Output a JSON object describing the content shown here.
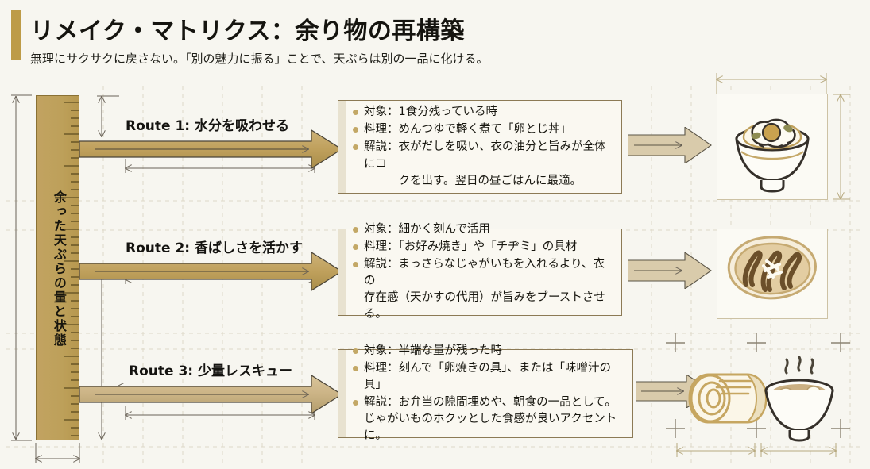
{
  "header": {
    "title": "リメイク・マトリクス：余り物の再構築",
    "subtitle": "無理にサクサクに戻さない。「別の魅力に振る」ことで、天ぷらは別の一品に化ける。",
    "accent_color": "#bd9b47"
  },
  "axis": {
    "label": "余った天ぷらの量と状態",
    "color": "#bda05a",
    "tick_color": "#6d5a28"
  },
  "routes": [
    {
      "label": "Route 1: 水分を吸わせる",
      "arrow_color": "#bfa05c",
      "rows": [
        {
          "bullet": "bullet-dot",
          "text": "対象：1食分残っている時"
        },
        {
          "bullet": "bullet-dot",
          "text": "料理：めんつゆで軽く煮て「卵とじ丼」"
        },
        {
          "bullet": "bullet-dot",
          "text": "解説：衣がだしを吸い、衣の油分と旨みが全体にコ\n　　　クを出す。翌日の昼ごはんに最適。"
        }
      ],
      "illustration": "donburi-egg-bowl-icon"
    },
    {
      "label": "Route 2: 香ばしさを活かす",
      "arrow_color": "#bfa05c",
      "rows": [
        {
          "bullet": "bullet-dot",
          "text": "対象：細かく刻んで活用"
        },
        {
          "bullet": "bullet-dot",
          "text": "料理：「お好み焼き」や「チヂミ」の具材"
        },
        {
          "bullet": "bullet-dot",
          "text": "解説：まっさらなじゃがいもを入れるより、衣の\n存在感（天かすの代用）が旨みをブーストさせる。"
        }
      ],
      "illustration": "okonomiyaki-icon"
    },
    {
      "label": "Route 3: 少量レスキュー",
      "arrow_color": "#c9b285",
      "rows": [
        {
          "bullet": "bullet-dot",
          "text": "対象：半端な量が残った時"
        },
        {
          "bullet": "bullet-dot",
          "text": "料理：刻んで「卵焼きの具」、または「味噌汁の具」"
        },
        {
          "bullet": "bullet-dot",
          "text": "解説：お弁当の隙間埋めや、朝食の一品として。\nじゃがいものホクッとした食感が良いアクセントに。"
        }
      ],
      "illustration": "tamagoyaki-and-misosoup-icon"
    }
  ],
  "connector_arrow_color": "#d6c8a8",
  "dimension_line_color": "#6a6358",
  "grid_color": "#ddd8c8",
  "background_color": "#f3f1e8"
}
